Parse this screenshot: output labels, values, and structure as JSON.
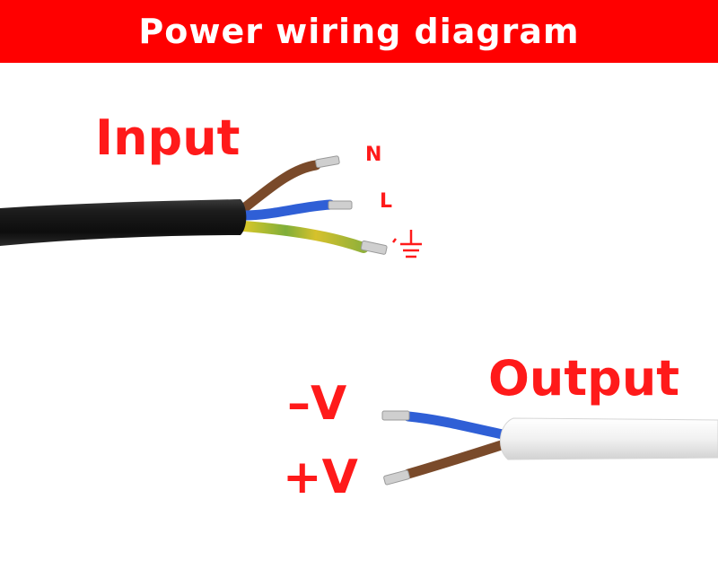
{
  "banner": {
    "title": "Power wiring diagram"
  },
  "input": {
    "label": "Input",
    "terminals": {
      "n": "N",
      "l": "L"
    },
    "ground_symbol": "ground-icon"
  },
  "output": {
    "label": "Output",
    "terminals": {
      "negative": "–V",
      "positive": "+V"
    }
  },
  "colors": {
    "banner": "#ff0000",
    "label_red": "#ff1a1a",
    "brown_wire": "#7a4a2a",
    "blue_wire": "#2f5fd6",
    "yellow_green_wire": "#c9c52a",
    "black_cable": "#151515",
    "white_cable": "#f2f2f2",
    "copper": "#c9c9c9"
  }
}
